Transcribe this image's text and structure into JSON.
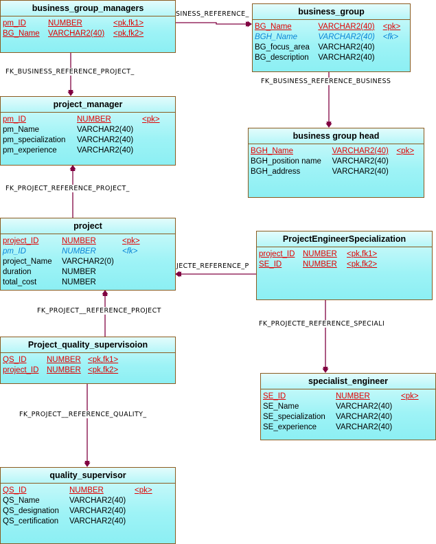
{
  "entities": {
    "business_group_managers": {
      "title": "business_group_managers",
      "columns": [
        {
          "name": "pm_ID",
          "type": "NUMBER",
          "key": "<pk,fk1>",
          "kind": "pk"
        },
        {
          "name": "BG_Name",
          "type": "VARCHAR2(40)",
          "key": "<pk,fk2>",
          "kind": "pk"
        }
      ]
    },
    "business_group": {
      "title": "business_group",
      "columns": [
        {
          "name": "BG_Name",
          "type": "VARCHAR2(40)",
          "key": "<pk>",
          "kind": "pk"
        },
        {
          "name": "BGH_Name",
          "type": "VARCHAR2(40)",
          "key": "<fk>",
          "kind": "fk"
        },
        {
          "name": "BG_focus_area",
          "type": "VARCHAR2(40)",
          "key": "",
          "kind": "plain"
        },
        {
          "name": "BG_description",
          "type": "VARCHAR2(40)",
          "key": "",
          "kind": "plain"
        }
      ]
    },
    "project_manager": {
      "title": "project_manager",
      "columns": [
        {
          "name": "pm_ID",
          "type": "NUMBER",
          "key": "<pk>",
          "kind": "pk"
        },
        {
          "name": "pm_Name",
          "type": "VARCHAR2(40)",
          "key": "",
          "kind": "plain"
        },
        {
          "name": "pm_specialization",
          "type": "VARCHAR2(40)",
          "key": "",
          "kind": "plain"
        },
        {
          "name": "pm_experience",
          "type": "VARCHAR2(40)",
          "key": "",
          "kind": "plain"
        }
      ]
    },
    "business_group_head": {
      "title": "business group head",
      "columns": [
        {
          "name": "BGH_Name",
          "type": "VARCHAR2(40)",
          "key": "<pk>",
          "kind": "pk"
        },
        {
          "name": "BGH_position name",
          "type": "VARCHAR2(40)",
          "key": "",
          "kind": "plain"
        },
        {
          "name": "BGH_address",
          "type": "VARCHAR2(40)",
          "key": "",
          "kind": "plain"
        }
      ]
    },
    "project": {
      "title": "project",
      "columns": [
        {
          "name": "project_ID",
          "type": "NUMBER",
          "key": "<pk>",
          "kind": "pk"
        },
        {
          "name": "pm_ID",
          "type": "NUMBER",
          "key": "<fk>",
          "kind": "fk"
        },
        {
          "name": "project_Name",
          "type": "VARCHAR2(0)",
          "key": "",
          "kind": "plain"
        },
        {
          "name": "duration",
          "type": "NUMBER",
          "key": "",
          "kind": "plain"
        },
        {
          "name": "total_cost",
          "type": "NUMBER",
          "key": "",
          "kind": "plain"
        }
      ]
    },
    "project_engineer_specialization": {
      "title": "ProjectEngineerSpecialization",
      "columns": [
        {
          "name": "project_ID",
          "type": "NUMBER",
          "key": "<pk,fk1>",
          "kind": "pk"
        },
        {
          "name": "SE_ID",
          "type": "NUMBER",
          "key": "<pk,fk2>",
          "kind": "pk"
        }
      ]
    },
    "project_quality_supervision": {
      "title": "Project_quality_supervisoion",
      "columns": [
        {
          "name": "QS_ID",
          "type": "NUMBER",
          "key": "<pk,fk1>",
          "kind": "pk"
        },
        {
          "name": "project_ID",
          "type": "NUMBER",
          "key": "<pk,fk2>",
          "kind": "pk"
        }
      ]
    },
    "specialist_engineer": {
      "title": "specialist_engineer",
      "columns": [
        {
          "name": "SE_ID",
          "type": "NUMBER",
          "key": "<pk>",
          "kind": "pk"
        },
        {
          "name": "SE_Name",
          "type": "VARCHAR2(40)",
          "key": "",
          "kind": "plain"
        },
        {
          "name": "SE_specialization",
          "type": "VARCHAR2(40)",
          "key": "",
          "kind": "plain"
        },
        {
          "name": "SE_experience",
          "type": "VARCHAR2(40)",
          "key": "",
          "kind": "plain"
        }
      ]
    },
    "quality_supervisor": {
      "title": "quality_supervisor",
      "columns": [
        {
          "name": "QS_ID",
          "type": "NUMBER",
          "key": "<pk>",
          "kind": "pk"
        },
        {
          "name": "QS_Name",
          "type": "VARCHAR2(40)",
          "key": "",
          "kind": "plain"
        },
        {
          "name": "QS_designation",
          "type": "VARCHAR2(40)",
          "key": "",
          "kind": "plain"
        },
        {
          "name": "QS_certification",
          "type": "VARCHAR2(40)",
          "key": "",
          "kind": "plain"
        }
      ]
    }
  },
  "relationships": [
    {
      "label": "SINESS_REFERENCE_",
      "from": "business_group_managers",
      "to": "business_group"
    },
    {
      "label": "FK_BUSINESS_REFERENCE_PROJECT_",
      "from": "business_group_managers",
      "to": "project_manager"
    },
    {
      "label": "FK_BUSINESS_REFERENCE_BUSINESS",
      "from": "business_group",
      "to": "business_group_head"
    },
    {
      "label": "FK_PROJECT_REFERENCE_PROJECT_",
      "from": "project",
      "to": "project_manager"
    },
    {
      "label": "JECTE_REFERENCE_P",
      "from": "project_engineer_specialization",
      "to": "project"
    },
    {
      "label": "FK_PROJECT__REFERENCE_PROJECT",
      "from": "project_quality_supervision",
      "to": "project"
    },
    {
      "label": "FK_PROJECTE_REFERENCE_SPECIALI",
      "from": "project_engineer_specialization",
      "to": "specialist_engineer"
    },
    {
      "label": "FK_PROJECT__REFERENCE_QUALITY_",
      "from": "project_quality_supervision",
      "to": "quality_supervisor"
    }
  ],
  "colors": {
    "pk": "#e00000",
    "fk": "#0a84d6",
    "link": "#800040",
    "border": "#8a5a1e",
    "fill": "#9ef3f6"
  }
}
